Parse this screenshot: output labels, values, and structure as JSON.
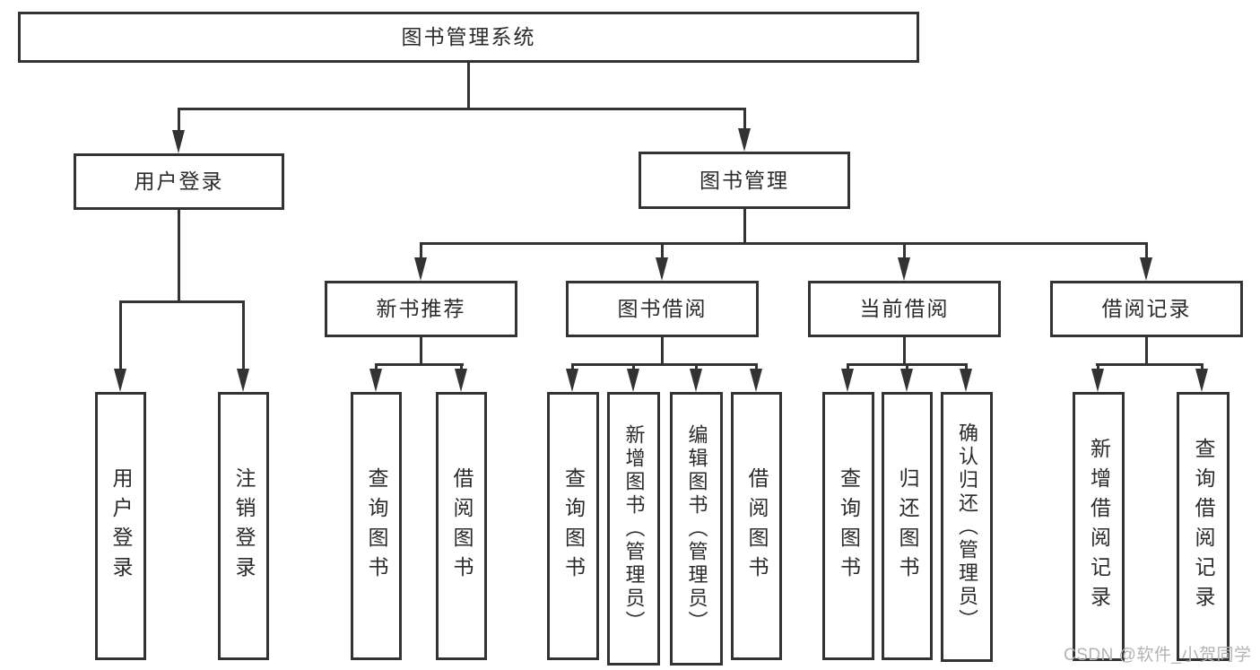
{
  "diagram": {
    "root": "图书管理系统",
    "user_login": {
      "label": "用户登录",
      "children": [
        "用户登录",
        "注销登录"
      ]
    },
    "book_mgmt": {
      "label": "图书管理",
      "sections": [
        {
          "label": "新书推荐",
          "children": [
            "查询图书",
            "借阅图书"
          ]
        },
        {
          "label": "图书借阅",
          "children": [
            "查询图书",
            "新增图书（管理员）",
            "编辑图书（管理员）",
            "借阅图书"
          ]
        },
        {
          "label": "当前借阅",
          "children": [
            "查询图书",
            "归还图书",
            "确认归还（管理员）"
          ]
        },
        {
          "label": "借阅记录",
          "children": [
            "新增借阅记录",
            "查询借阅记录"
          ]
        }
      ]
    }
  },
  "watermark": "CSDN @软件_小贺同学",
  "colors": {
    "line": "#333333",
    "text": "#2b2b2b",
    "watermark": "#b3b3b3",
    "background": "#ffffff"
  }
}
